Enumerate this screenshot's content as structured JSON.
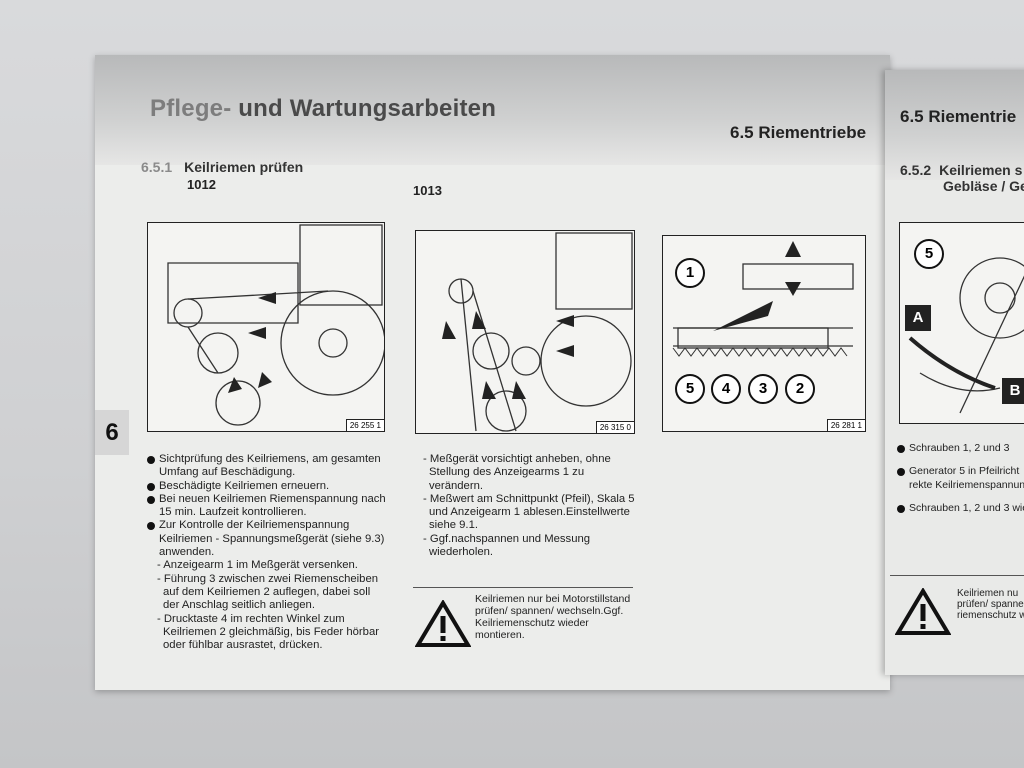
{
  "left_page": {
    "header_title_first": "Pflege-",
    "header_title_rest": " und Wartungsarbeiten",
    "chapter_tab": "6",
    "section": {
      "number": "6.5.1",
      "title": "Keilriemen prüfen"
    },
    "figure_1": {
      "number": "1012",
      "label": "26 255 1"
    },
    "bullets": [
      "Sichtprüfung des Keilriemens, am gesamten Umfang auf Beschädigung.",
      "Beschädigte Keilriemen erneuern.",
      "Bei neuen Keilriemen Riemenspannung nach 15 min. Laufzeit kontrollieren.",
      "Zur Kontrolle der Keilriemenspannung Keilriemen - Spannungsmeßgerät (siehe 9.3) anwenden."
    ],
    "dashes": [
      "- Anzeigearm 1 im Meßgerät versenken.",
      "- Führung 3 zwischen zwei Riemenscheiben auf dem Keilriemen 2 auflegen, dabei soll der Anschlag seitlich anliegen.",
      "- Drucktaste 4 im rechten Winkel zum Keilriemen 2 gleichmäßig, bis Feder hörbar oder fühlbar ausrastet, drücken."
    ]
  },
  "right_page": {
    "header_title": "6.5 Riementriebe",
    "figure_2": {
      "number": "1013",
      "label": "26 315 0"
    },
    "figure_3": {
      "label": "26 281 1",
      "callouts": [
        "1",
        "5",
        "4",
        "3",
        "2"
      ]
    },
    "dashes": [
      "- Meßgerät vorsichtigt anheben, ohne Stellung des Anzeigearms 1 zu verändern.",
      "- Meßwert am Schnittpunkt (Pfeil), Skala 5 und Anzeigearm 1 ablesen.Einstellwerte siehe 9.1.",
      "- Ggf.nachspannen und Messung wiederholen."
    ],
    "warning": "Keilriemen nur bei Motorstillstand prüfen/ spannen/ wechseln.Ggf. Keilriemenschutz wieder montieren."
  },
  "next_page": {
    "header_title": "6.5 Riementrie",
    "section_number": "6.5.2",
    "section_title_1": "Keilriemen s",
    "section_title_2": "Gebläse / Ge",
    "callouts": [
      "5",
      "A",
      "B"
    ],
    "bullets": [
      "Schrauben 1, 2 und 3",
      "Generator 5 in Pfeilricht",
      "rekte Keilriemenspannun",
      "Schrauben 1, 2 und 3 wie"
    ],
    "warning": [
      "Keilriemen nu",
      "prüfen/ spanne",
      "riemenschutz w"
    ]
  }
}
